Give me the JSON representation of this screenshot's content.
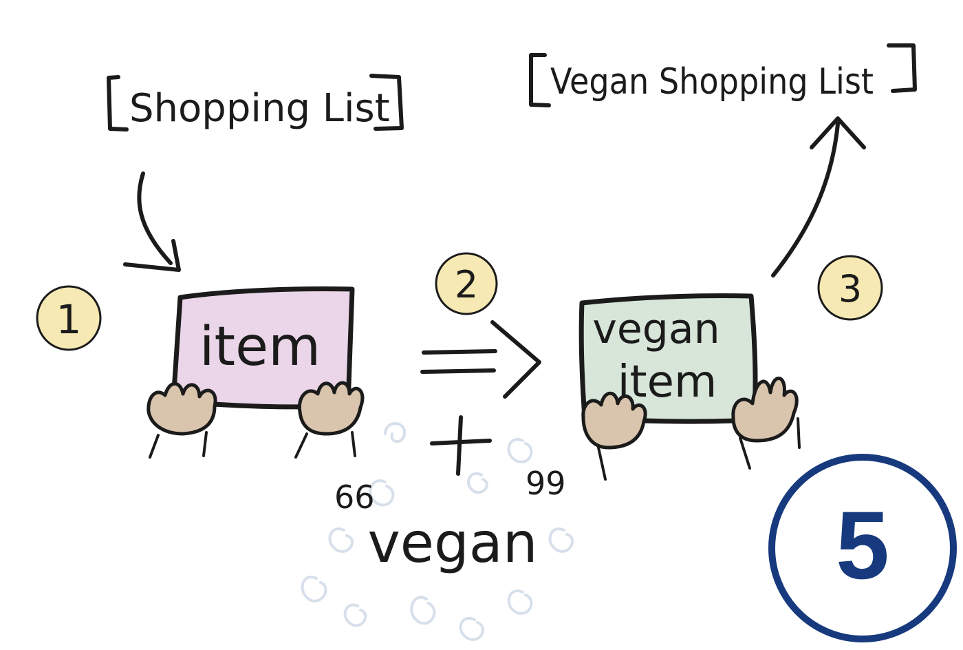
{
  "labels": {
    "shopping_list": "Shopping List",
    "vegan_shopping_list": "Vegan Shopping List",
    "item": "item",
    "vegan_item_line1": "vegan",
    "vegan_item_line2": "item",
    "vegan_word": "vegan",
    "quote_open": "66",
    "quote_close": "99"
  },
  "steps": [
    "1",
    "2",
    "3"
  ],
  "figure_number": "5",
  "colors": {
    "item_card": "#ead6e8",
    "vegan_card": "#d8e6da",
    "step_badge": "#f6e9b4",
    "hands": "#d9c4ad",
    "swirls": "#d7e0ea",
    "figure_ring": "#173a7e",
    "ink": "#1b1b1b"
  }
}
